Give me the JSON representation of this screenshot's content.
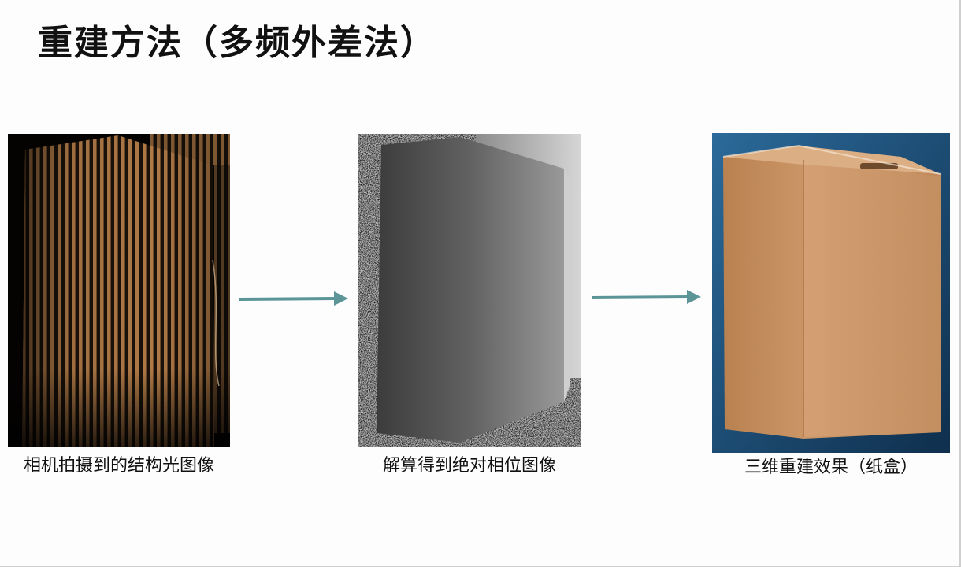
{
  "title": "重建方法（多频外差法）",
  "panels": [
    {
      "caption": "相机拍摄到的结构光图像",
      "icon": "striped-box-image"
    },
    {
      "caption": "解算得到绝对相位图像",
      "icon": "phase-map-image"
    },
    {
      "caption": "三维重建效果（纸盒）",
      "icon": "reconstructed-box-image"
    }
  ],
  "colors": {
    "arrow": "#5b9597",
    "box_cardboard": "#c89466",
    "background_blue": "#1f4d73"
  }
}
